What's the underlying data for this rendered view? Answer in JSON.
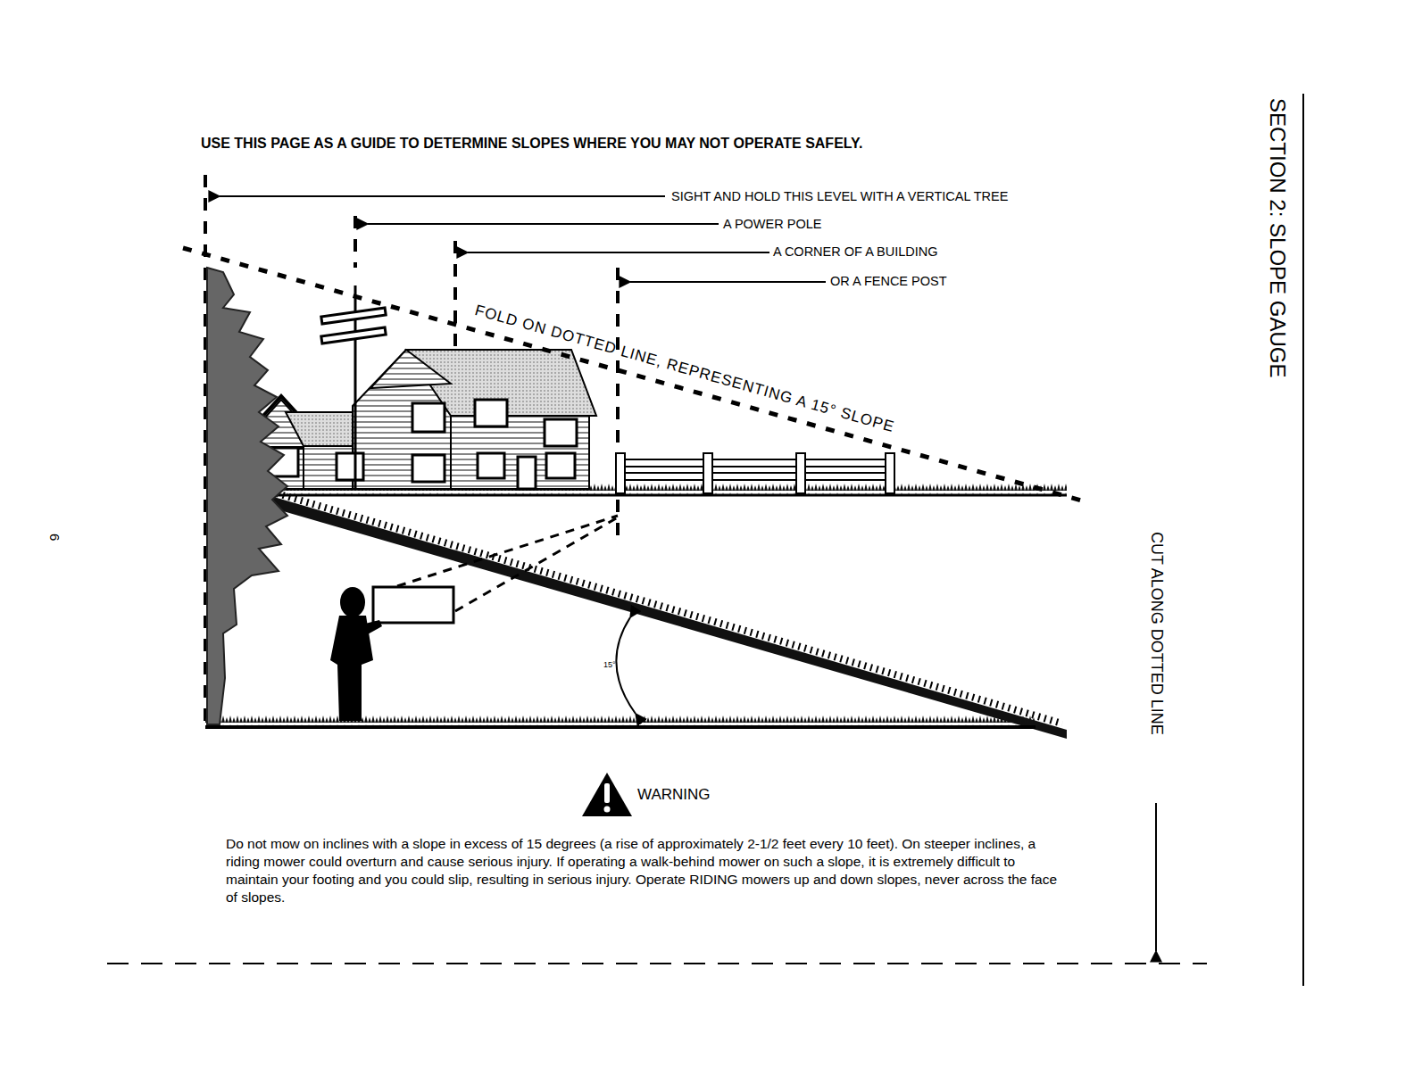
{
  "diagram": {
    "title": "USE THIS PAGE AS A GUIDE TO DETERMINE SLOPES WHERE YOU MAY NOT OPERATE SAFELY.",
    "labels": [
      "SIGHT AND HOLD THIS LEVEL WITH A VERTICAL TREE",
      "A POWER POLE",
      "A CORNER OF A BUILDING",
      "OR A FENCE POST",
      "FOLD ON DOTTED LINE, REPRESENTING A 15° SLOPE",
      "15°",
      "WARNING",
      "Do not mow on inclines with a slope in excess of 15 degrees (a rise of approximately 2-1/2 feet every 10 feet).  On steeper inclines, a riding mower could overturn and cause serious injury.  If operating a walk-behind mower on such a slope, it is extremely difficult to maintain your footing and you could slip, resulting in serious injury. Operate RIDING mowers up and down slopes, never across the face of slopes.",
      "SECTION 2: SLOPE GAUGE",
      "CUT ALONG DOTTED LINE",
      "6"
    ]
  }
}
